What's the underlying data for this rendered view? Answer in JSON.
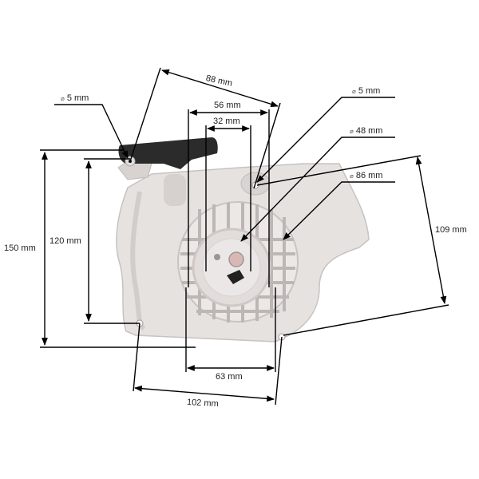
{
  "diagram": {
    "subject": "recoil starter assembly",
    "dimensions": {
      "handle_hole_dia": {
        "symbol": "⌀",
        "value": "5 mm"
      },
      "mount_hole_dia": {
        "symbol": "⌀",
        "value": "5 mm"
      },
      "pulley_dia": {
        "symbol": "⌀",
        "value": "48 mm"
      },
      "grille_dia": {
        "symbol": "⌀",
        "value": "86 mm"
      },
      "diagonal_top": "88 mm",
      "width_56": "56 mm",
      "width_32": "32 mm",
      "height_150": "150 mm",
      "height_120": "120 mm",
      "height_109": "109 mm",
      "width_63": "63 mm",
      "width_102": "102 mm"
    },
    "colors": {
      "housing": "#e4e0de",
      "housing_shadow": "#c9c3c1",
      "handle": "#2a2a2a",
      "dim_line": "#000000"
    }
  }
}
